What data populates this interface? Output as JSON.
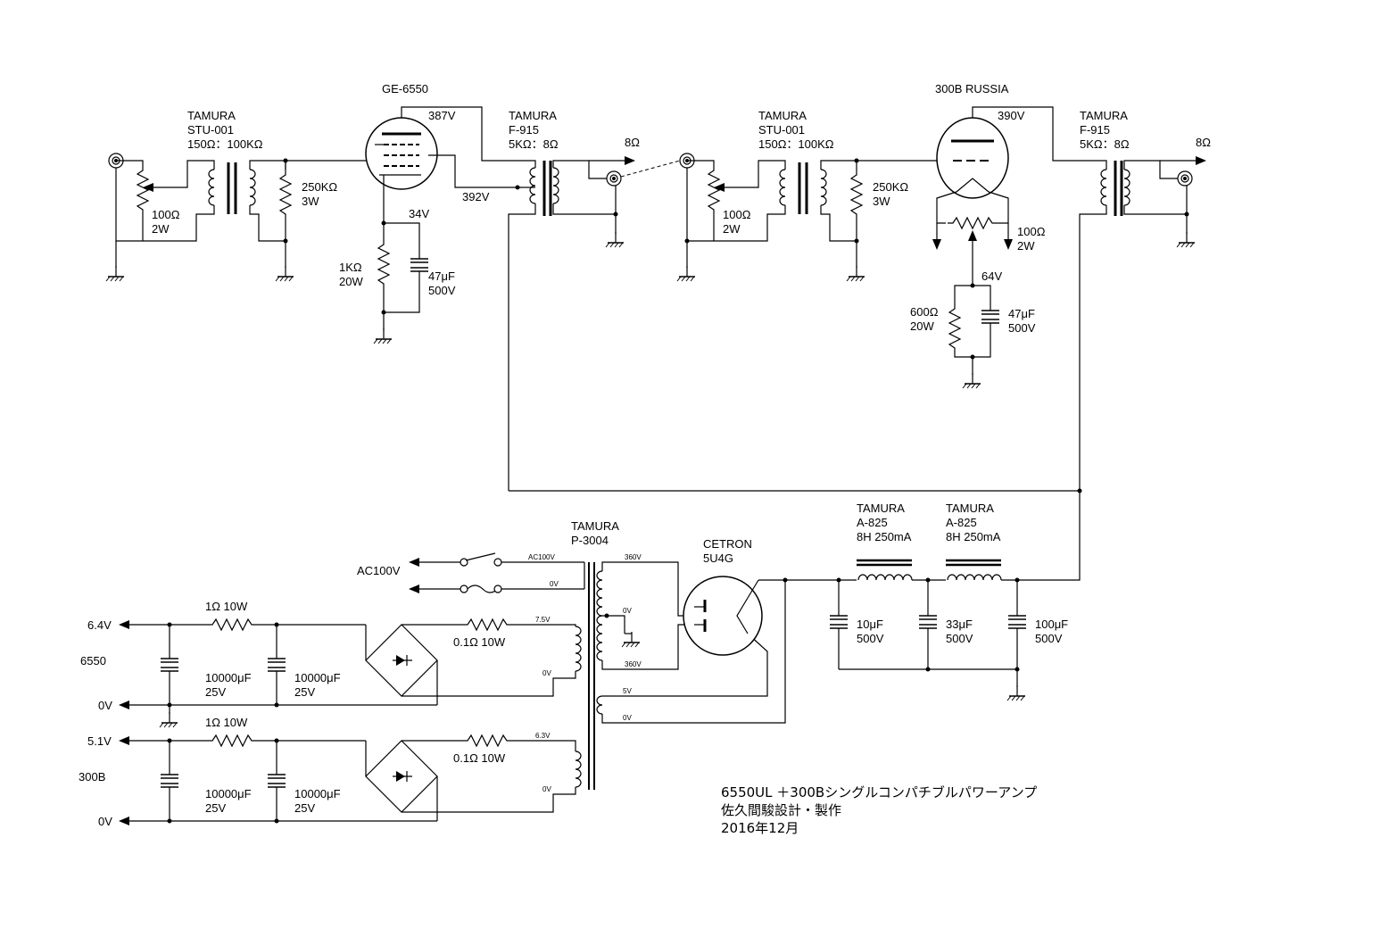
{
  "title": {
    "line1": "6550UL ＋300Bシングルコンパチブルパワーアンプ",
    "line2": "佐久間駿設計・製作",
    "line3": "2016年12月"
  },
  "stage1": {
    "in_transformer": {
      "brand": "TAMURA",
      "model": "STU-001",
      "ratio": "150Ω：100KΩ"
    },
    "pot": {
      "value": "100Ω",
      "power": "2W"
    },
    "grid_resistor": {
      "value": "250KΩ",
      "power": "3W"
    },
    "tube": "GE-6550",
    "plate_voltage": "387V",
    "screen_voltage": "392V",
    "cathode_voltage": "34V",
    "cathode_resistor": {
      "value": "1KΩ",
      "power": "20W"
    },
    "cathode_cap": {
      "value": "47μF",
      "voltage": "500V"
    },
    "out_transformer": {
      "brand": "TAMURA",
      "model": "F-915",
      "ratio": "5KΩ：8Ω"
    },
    "output": "8Ω"
  },
  "stage2": {
    "in_transformer": {
      "brand": "TAMURA",
      "model": "STU-001",
      "ratio": "150Ω：100KΩ"
    },
    "pot": {
      "value": "100Ω",
      "power": "2W"
    },
    "grid_resistor": {
      "value": "250KΩ",
      "power": "3W"
    },
    "tube": "300B RUSSIA",
    "plate_voltage": "390V",
    "hum_balancer": {
      "value": "100Ω",
      "power": "2W"
    },
    "cathode_voltage": "64V",
    "cathode_resistor": {
      "value": "600Ω",
      "power": "20W"
    },
    "cathode_cap": {
      "value": "47μF",
      "voltage": "500V"
    },
    "out_transformer": {
      "brand": "TAMURA",
      "model": "F-915",
      "ratio": "5KΩ：8Ω"
    },
    "output": "8Ω"
  },
  "power": {
    "ac_label": "AC100V",
    "power_transformer": {
      "brand": "TAMURA",
      "model": "P-3004"
    },
    "windings": {
      "ac100": "AC100V",
      "zero": "0V",
      "hv_top": "360V",
      "hv_bottom": "360V",
      "ct": "0V",
      "rect_5v": "5V",
      "rect_0v": "0V",
      "w75": "7.5V",
      "w75_0": "0V",
      "w63": "6.3V",
      "w63_0": "0V"
    },
    "rectifier": {
      "brand": "CETRON",
      "model": "5U4G"
    },
    "choke1": {
      "brand": "TAMURA",
      "model": "A-825",
      "spec": "8H 250mA"
    },
    "choke2": {
      "brand": "TAMURA",
      "model": "A-825",
      "spec": "8H 250mA"
    },
    "cap1": {
      "value": "10μF",
      "voltage": "500V"
    },
    "cap2": {
      "value": "33μF",
      "voltage": "500V"
    },
    "cap3": {
      "value": "100μF",
      "voltage": "500V"
    }
  },
  "heater_6550": {
    "out_voltage": "6.4V",
    "label": "6550",
    "zero": "0V",
    "series_r": "1Ω 10W",
    "input_r": "0.1Ω 10W",
    "cap1": {
      "value": "10000μF",
      "voltage": "25V"
    },
    "cap2": {
      "value": "10000μF",
      "voltage": "25V"
    }
  },
  "heater_300b": {
    "out_voltage": "5.1V",
    "label": "300B",
    "zero": "0V",
    "series_r": "1Ω 10W",
    "input_r": "0.1Ω 10W",
    "cap1": {
      "value": "10000μF",
      "voltage": "25V"
    },
    "cap2": {
      "value": "10000μF",
      "voltage": "25V"
    }
  }
}
